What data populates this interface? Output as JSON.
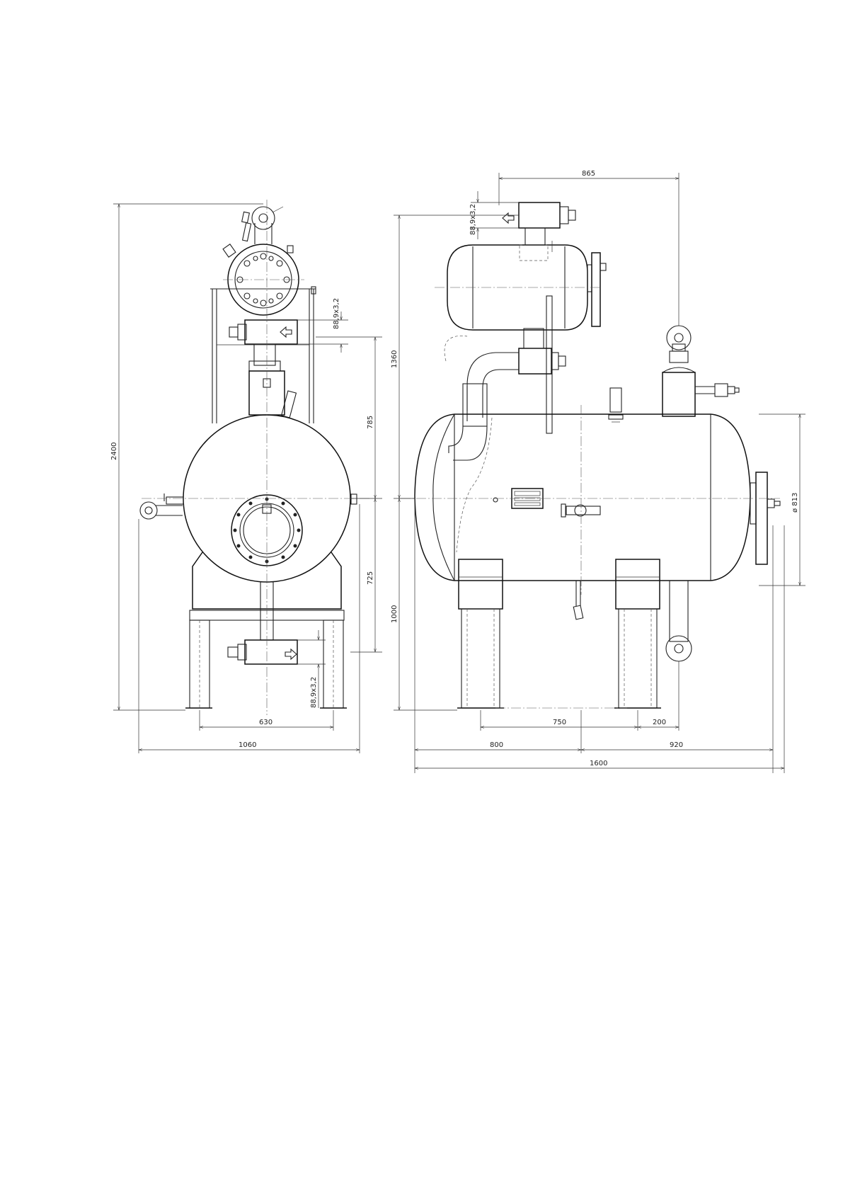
{
  "front_view": {
    "dim_overall_height": "2400",
    "dim_top_to_center": "785",
    "dim_center_to_outlet": "725",
    "dim_pipe_top": "88,9x3,2",
    "dim_pipe_bottom": "88,9x3,2",
    "dim_leg_spacing": "630",
    "dim_overall_width": "1060"
  },
  "side_view": {
    "dim_inlet_offset": "865",
    "dim_pipe_top": "88,9x3,2",
    "dim_separator_height": "1360",
    "dim_center_height": "1000",
    "dim_shell_diameter": "ø 813",
    "dim_saddle_spacing": "750",
    "dim_outlet_offset": "200",
    "dim_left_part": "800",
    "dim_right_part": "920",
    "dim_overall_length": "1600"
  }
}
